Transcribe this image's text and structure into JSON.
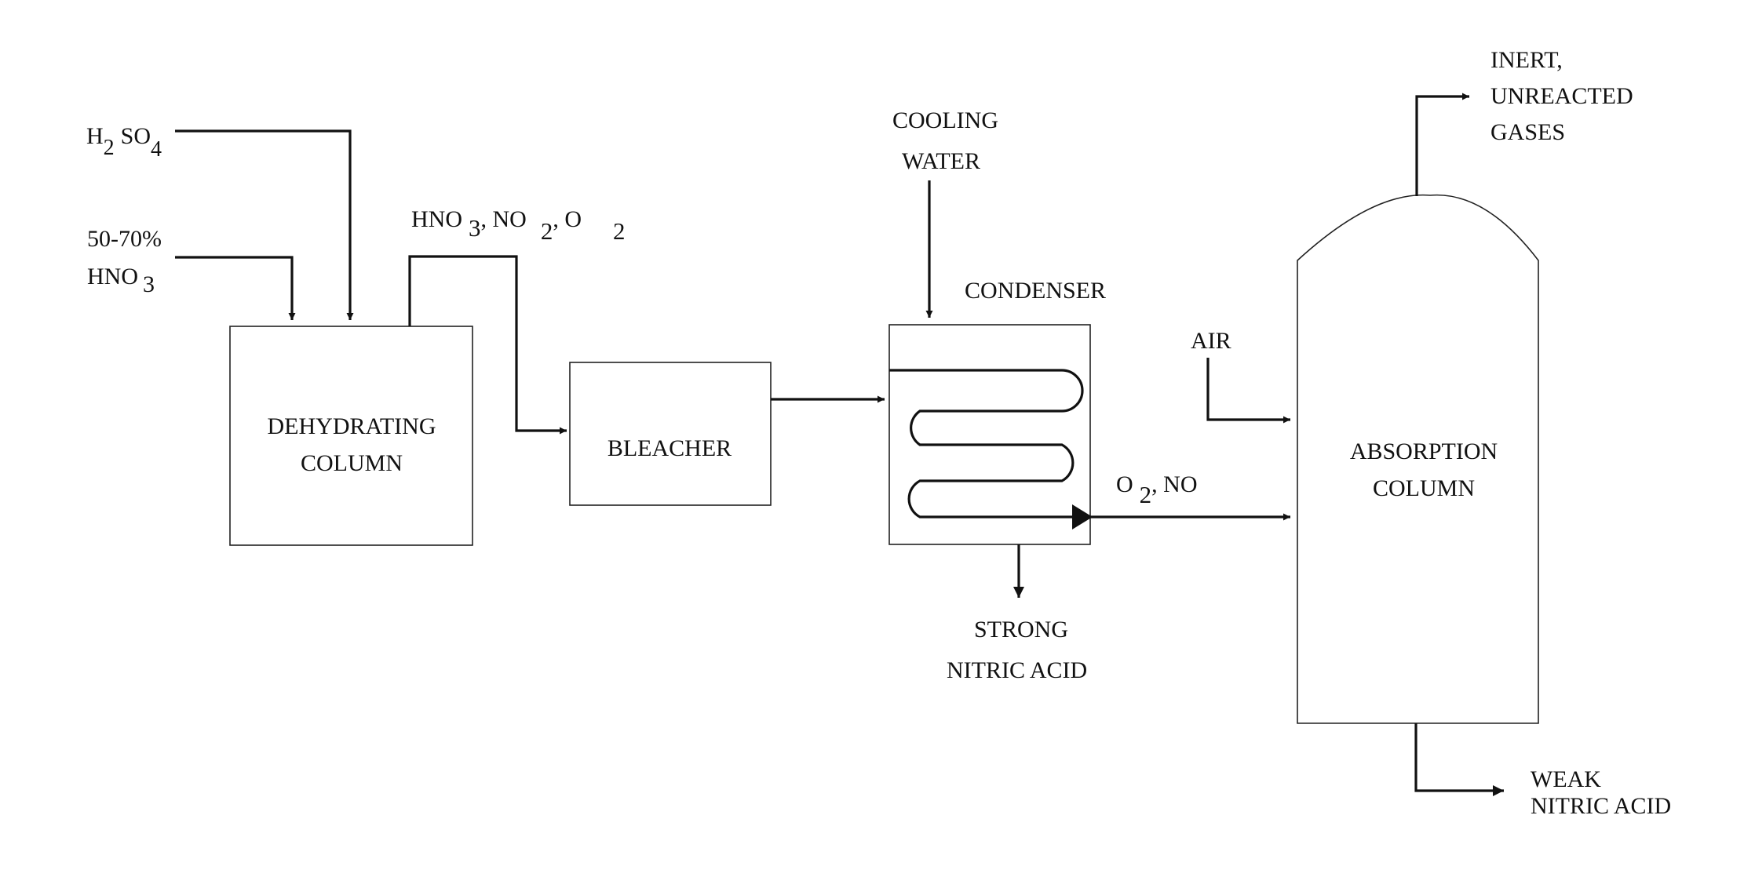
{
  "inputs": {
    "h2so4": {
      "pre": "H",
      "sub1": "2",
      "mid": "SO",
      "sub2": "4"
    },
    "hno3_feed": {
      "line1": "50-70%",
      "line2_pre": "HNO",
      "line2_sub": "3"
    }
  },
  "dehydrating_column": {
    "line1": "DEHYDRATING",
    "line2": "COLUMN"
  },
  "overhead_stream": {
    "p1": "HNO",
    "s1": "3",
    "p2": ", NO",
    "s2": "2",
    "p3": ", O",
    "s3": "2"
  },
  "bleacher": {
    "label": "BLEACHER"
  },
  "cooling_water": {
    "line1": "COOLING",
    "line2": "WATER"
  },
  "condenser": {
    "label": "CONDENSER"
  },
  "strong_acid": {
    "line1": "STRONG",
    "line2": "NITRIC  ACID"
  },
  "o2_no": {
    "pre": "O",
    "sub": "2",
    "post": ", NO"
  },
  "air": {
    "label": "AIR"
  },
  "absorption_column": {
    "line1": "ABSORPTION",
    "line2": "COLUMN"
  },
  "off_gas": {
    "line1": "INERT,",
    "line2": "UNREACTED",
    "line3": "GASES"
  },
  "weak_acid": {
    "line1": "WEAK",
    "line2": "NITRIC ACID"
  }
}
